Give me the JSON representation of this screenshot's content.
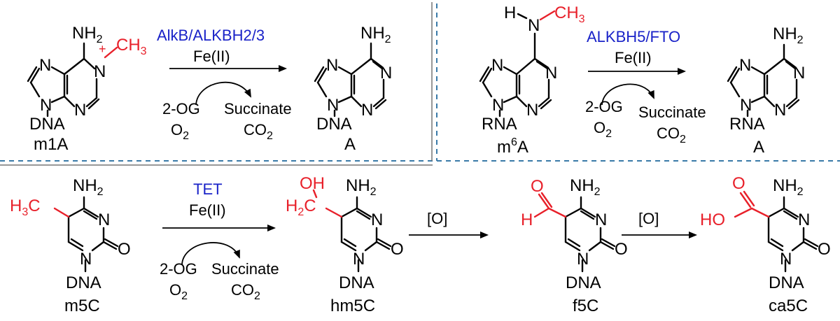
{
  "panel_top_left": {
    "substrate": {
      "nh2": "NH",
      "nh2_sub": "2",
      "n1_charge": "+",
      "n1": "N",
      "methyl": "CH",
      "methyl_sub": "3",
      "n3": "N",
      "n7": "N",
      "n9": "N",
      "substituent": "DNA",
      "name": "m1A"
    },
    "enzyme": "AlkB/ALKBH2/3",
    "cofactor": "Fe(II)",
    "cosubstrates": {
      "og": "2-OG",
      "o2": "O",
      "o2_sub": "2",
      "succinate": "Succinate",
      "co2": "CO",
      "co2_sub": "2"
    },
    "product": {
      "nh2": "NH",
      "nh2_sub": "2",
      "n1": "N",
      "n3": "N",
      "n7": "N",
      "n9": "N",
      "substituent": "DNA",
      "name": "A"
    }
  },
  "panel_top_right": {
    "substrate": {
      "h": "H",
      "n6": "N",
      "methyl": "CH",
      "methyl_sub": "3",
      "n1": "N",
      "n3": "N",
      "n7": "N",
      "n9": "N",
      "substituent": "RNA",
      "name_base": "m",
      "name_sup": "6",
      "name_rest": "A"
    },
    "enzyme": "ALKBH5/FTO",
    "cofactor": "Fe(II)",
    "cosubstrates": {
      "og": "2-OG",
      "o2": "O",
      "o2_sub": "2",
      "succinate": "Succinate",
      "co2": "CO",
      "co2_sub": "2"
    },
    "product": {
      "nh2": "NH",
      "nh2_sub": "2",
      "n1": "N",
      "n3": "N",
      "n7": "N",
      "n9": "N",
      "substituent": "RNA",
      "name": "A"
    }
  },
  "panel_bottom": {
    "m5c": {
      "nh2": "NH",
      "nh2_sub": "2",
      "methyl": "H",
      "methyl_sub": "3",
      "methyl_c": "C",
      "n3": "N",
      "n1": "N",
      "o": "O",
      "substituent": "DNA",
      "name": "m5C"
    },
    "enzyme": "TET",
    "cofactor": "Fe(II)",
    "cosubstrates": {
      "og": "2-OG",
      "o2": "O",
      "o2_sub": "2",
      "succinate": "Succinate",
      "co2": "CO",
      "co2_sub": "2"
    },
    "hm5c": {
      "oh": "OH",
      "ch2": "H",
      "ch2_sub": "2",
      "ch2_c": "C",
      "nh2": "NH",
      "nh2_sub": "2",
      "n3": "N",
      "n1": "N",
      "o": "O",
      "substituent": "DNA",
      "name": "hm5C"
    },
    "oxidation_1": "[O]",
    "f5c": {
      "o_ald": "O",
      "h_ald": "H",
      "nh2": "NH",
      "nh2_sub": "2",
      "n3": "N",
      "n1": "N",
      "o": "O",
      "substituent": "DNA",
      "name": "f5C"
    },
    "oxidation_2": "[O]",
    "ca5c": {
      "o_acid": "O",
      "ho": "HO",
      "nh2": "NH",
      "nh2_sub": "2",
      "n3": "N",
      "n1": "N",
      "o": "O",
      "substituent": "DNA",
      "name": "ca5C"
    }
  },
  "colors": {
    "enzyme_text": "#1a23c8",
    "highlight": "#e8202a",
    "separator": "#3a7aa8"
  }
}
